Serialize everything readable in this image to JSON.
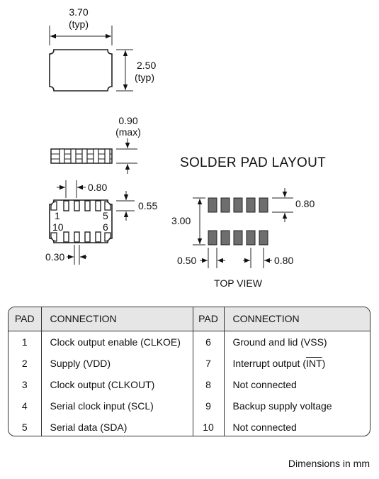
{
  "drawing": {
    "top_view_package": {
      "width_value": "3.70",
      "width_note": "(typ)",
      "height_value": "2.50",
      "height_note": "(typ)"
    },
    "side_view": {
      "height_value": "0.90",
      "height_note": "(max)"
    },
    "bottom_view": {
      "pitch_label": "0.80",
      "pad_height_label": "0.55",
      "pad_width_label": "0.30",
      "pin_labels": {
        "p1": "1",
        "p5": "5",
        "p6": "6",
        "p10": "10"
      }
    },
    "solder_pad_layout": {
      "title": "SOLDER PAD LAYOUT",
      "pad_length_label": "0.80",
      "row_spacing_label": "3.00",
      "pad_width_label": "0.50",
      "pitch_label": "0.80",
      "view_label": "TOP VIEW"
    }
  },
  "table": {
    "headers": [
      "PAD",
      "CONNECTION",
      "PAD",
      "CONNECTION"
    ],
    "rows": [
      {
        "pad_left": "1",
        "conn_left": "Clock output enable (CLKOE)",
        "pad_right": "6",
        "conn_right": "Ground and lid (VSS)"
      },
      {
        "pad_left": "2",
        "conn_left": "Supply (VDD)",
        "pad_right": "7",
        "conn_right_prefix": "Interrupt output (",
        "conn_right_overline": "INT",
        "conn_right_suffix": ")"
      },
      {
        "pad_left": "3",
        "conn_left": "Clock output (CLKOUT)",
        "pad_right": "8",
        "conn_right": "Not connected"
      },
      {
        "pad_left": "4",
        "conn_left": "Serial clock input (SCL)",
        "pad_right": "9",
        "conn_right": "Backup supply voltage"
      },
      {
        "pad_left": "5",
        "conn_left": "Serial data (SDA)",
        "pad_right": "10",
        "conn_right": "Not connected"
      }
    ]
  },
  "footnote": "Dimensions in mm",
  "colors": {
    "pad_fill": "#6e6e6e",
    "header_bg": "#e6e6e6",
    "line": "#222222"
  }
}
